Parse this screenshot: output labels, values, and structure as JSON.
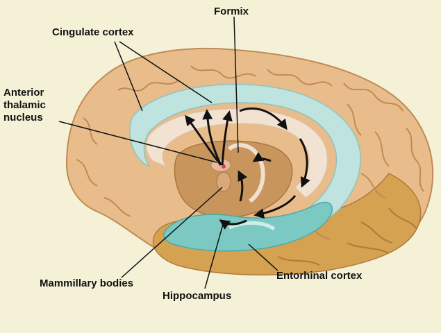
{
  "labels": {
    "fornix": "Formix",
    "cingulate": "Cingulate cortex",
    "anterior_1": "Anterior",
    "anterior_2": "thalamic",
    "anterior_3": "nucleus",
    "mammillary": "Mammillary bodies",
    "hippocampus": "Hippocampus",
    "entorhinal": "Entorhinal cortex"
  },
  "colors": {
    "background": "#f4f1d7",
    "cortex": "#e9bd8b",
    "cortex_outline": "#c08a55",
    "cingulate": "#bfe3df",
    "corpus_callosum": "#f2e2d2",
    "thalamus": "#c8955c",
    "temporal": "#d4a251",
    "hippocampus": "#7cc9c4",
    "arrows": "#111111"
  }
}
